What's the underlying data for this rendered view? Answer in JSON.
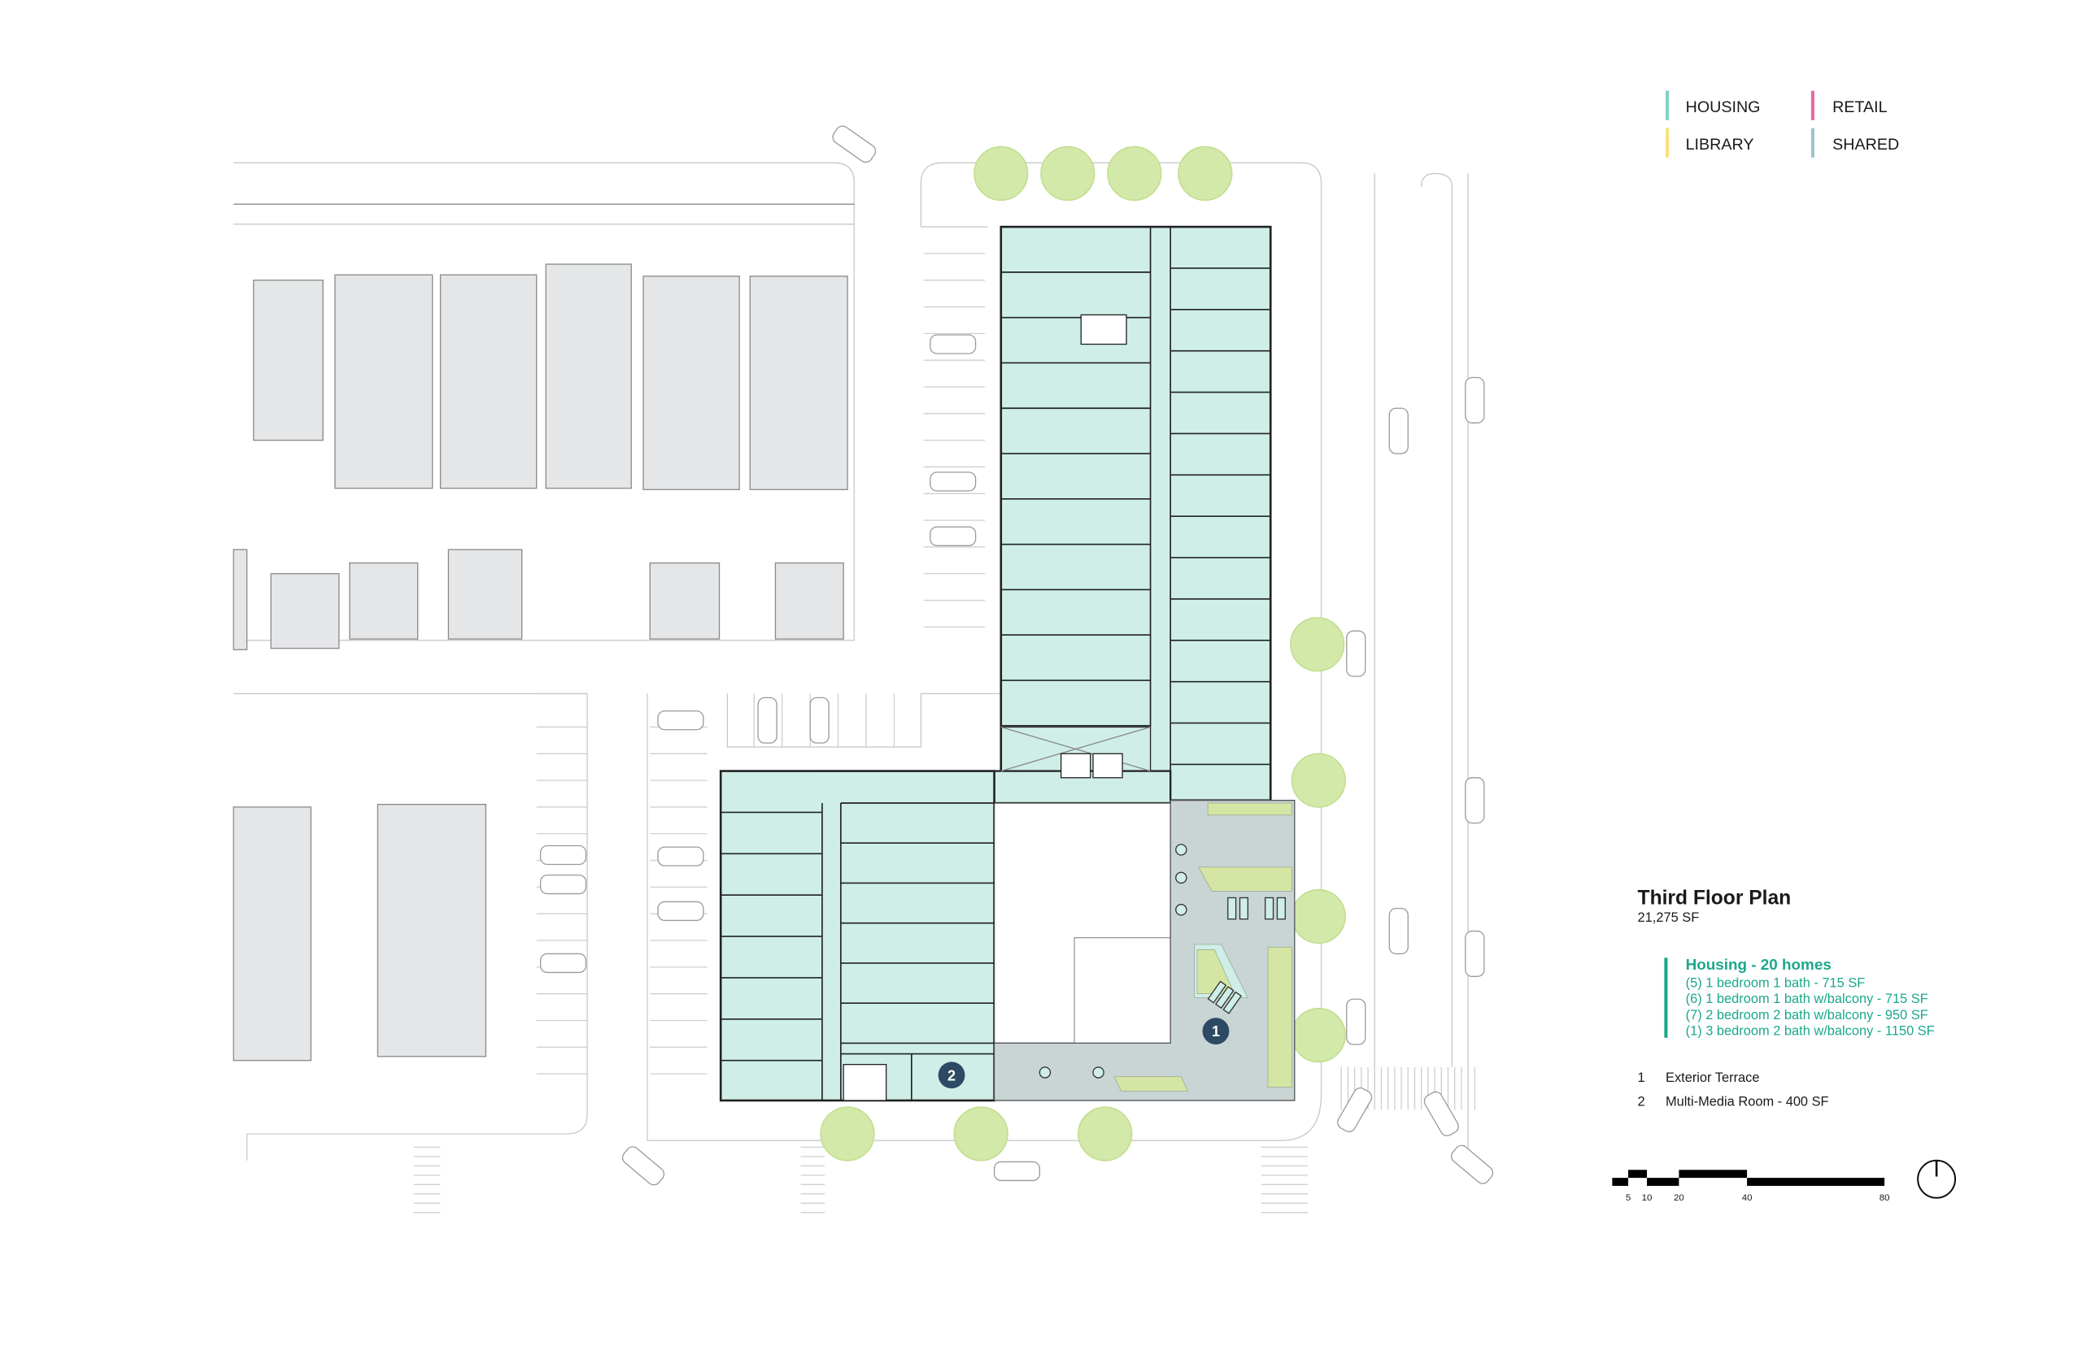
{
  "legend": [
    {
      "label": "HOUSING",
      "color": "#7fd3c6"
    },
    {
      "label": "RETAIL",
      "color": "#e86aa6"
    },
    {
      "label": "LIBRARY",
      "color": "#f8e27a"
    },
    {
      "label": "SHARED",
      "color": "#9fc3cc"
    }
  ],
  "plan": {
    "title": "Third Floor Plan",
    "area": "21,275 SF"
  },
  "housing": {
    "heading": "Housing - 20 homes",
    "color": "#1aa88c",
    "units": [
      "(5) 1 bedroom 1 bath - 715 SF",
      "(6) 1 bedroom 1 bath w/balcony - 715 SF",
      "(7) 2 bedroom 2 bath w/balcony - 950 SF",
      "(1) 3 bedroom 2 bath w/balcony - 1150 SF"
    ]
  },
  "notes": [
    {
      "number": "1",
      "label": "Exterior Terrace"
    },
    {
      "number": "2",
      "label": "Multi-Media Room - 400 SF"
    }
  ],
  "scale_bar": {
    "ticks": [
      "5",
      "10",
      "20",
      "40",
      "80"
    ]
  },
  "badges": [
    "1",
    "2"
  ],
  "colors": {
    "housing_fill": "#cfeee8",
    "terrace_fill": "#c9d4d5",
    "planter": "#d5e6a4",
    "tree": "#d3e9a9",
    "building_gray": "#e5e6e7",
    "badge": "#2c4a63"
  }
}
